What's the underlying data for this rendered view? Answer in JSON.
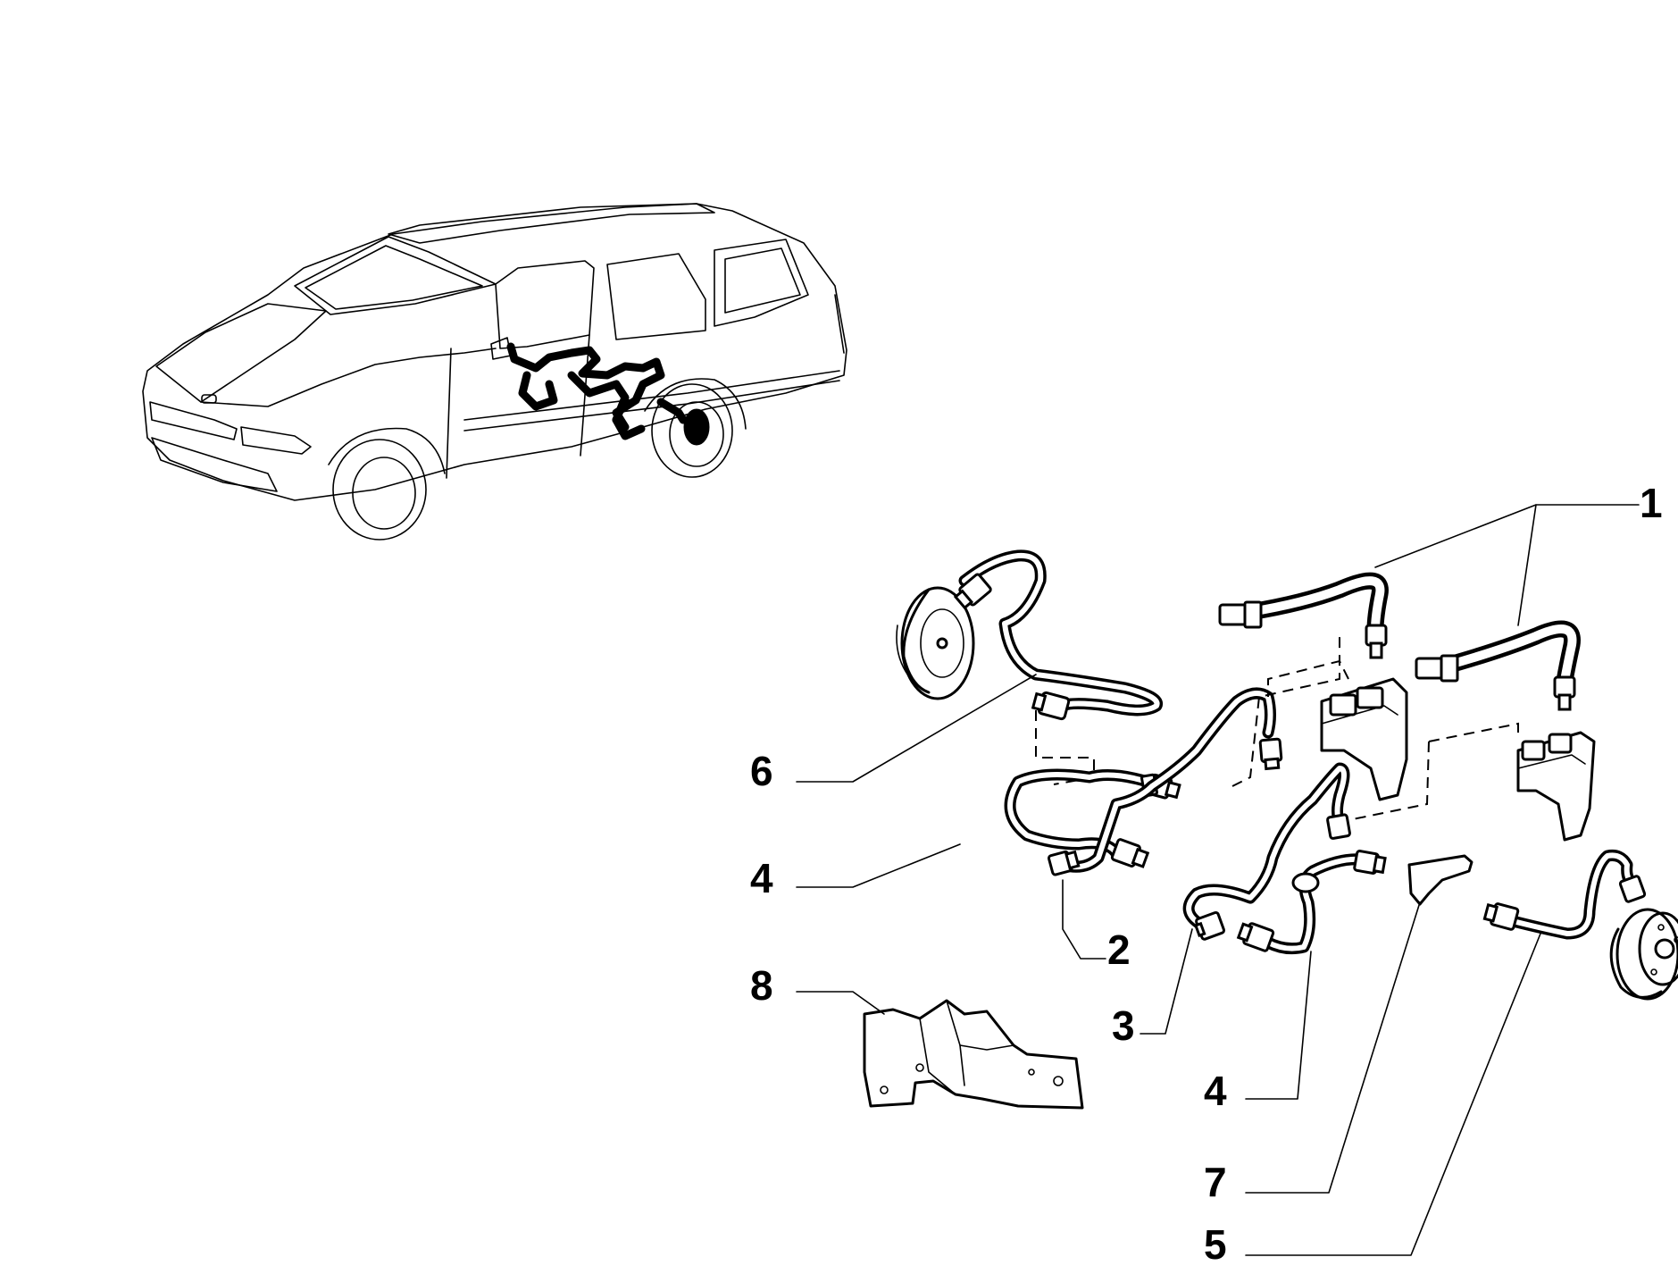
{
  "callouts": {
    "c1": "1",
    "c2": "2",
    "c3": "3",
    "c4a": "4",
    "c4b": "4",
    "c5": "5",
    "c6": "6",
    "c7": "7",
    "c8": "8"
  },
  "colors": {
    "ink": "#000000",
    "paper": "#ffffff"
  }
}
